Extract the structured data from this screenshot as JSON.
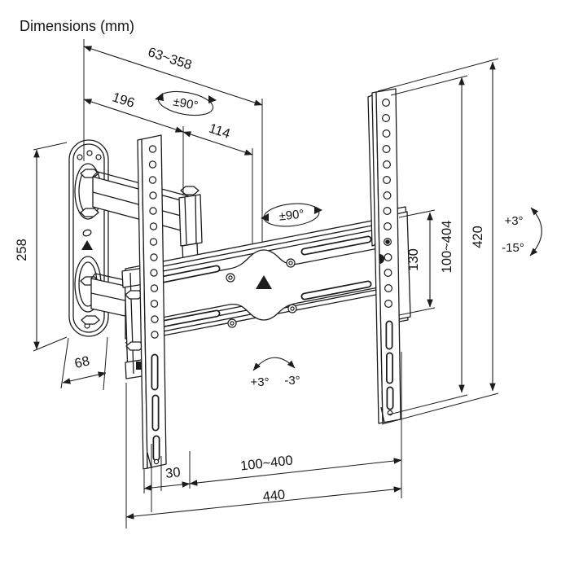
{
  "title": "Dimensions (mm)",
  "labels": {
    "depth_range": "63~358",
    "wall_to_elbow": "196",
    "elbow_to_plate": "114",
    "swivel_arm": "±90°",
    "swivel_plate": "±90°",
    "wall_plate_height": "258",
    "wall_plate_width": "68",
    "vesa_height_range": "100~404",
    "bracket_height": "420",
    "plate_section": "130",
    "tilt_up": "+3°",
    "tilt_down": "-15°",
    "level_cw": "+3°",
    "level_ccw": "-3°",
    "rail_offset": "30",
    "vesa_width_range": "100~400",
    "crossbar_length": "440"
  }
}
